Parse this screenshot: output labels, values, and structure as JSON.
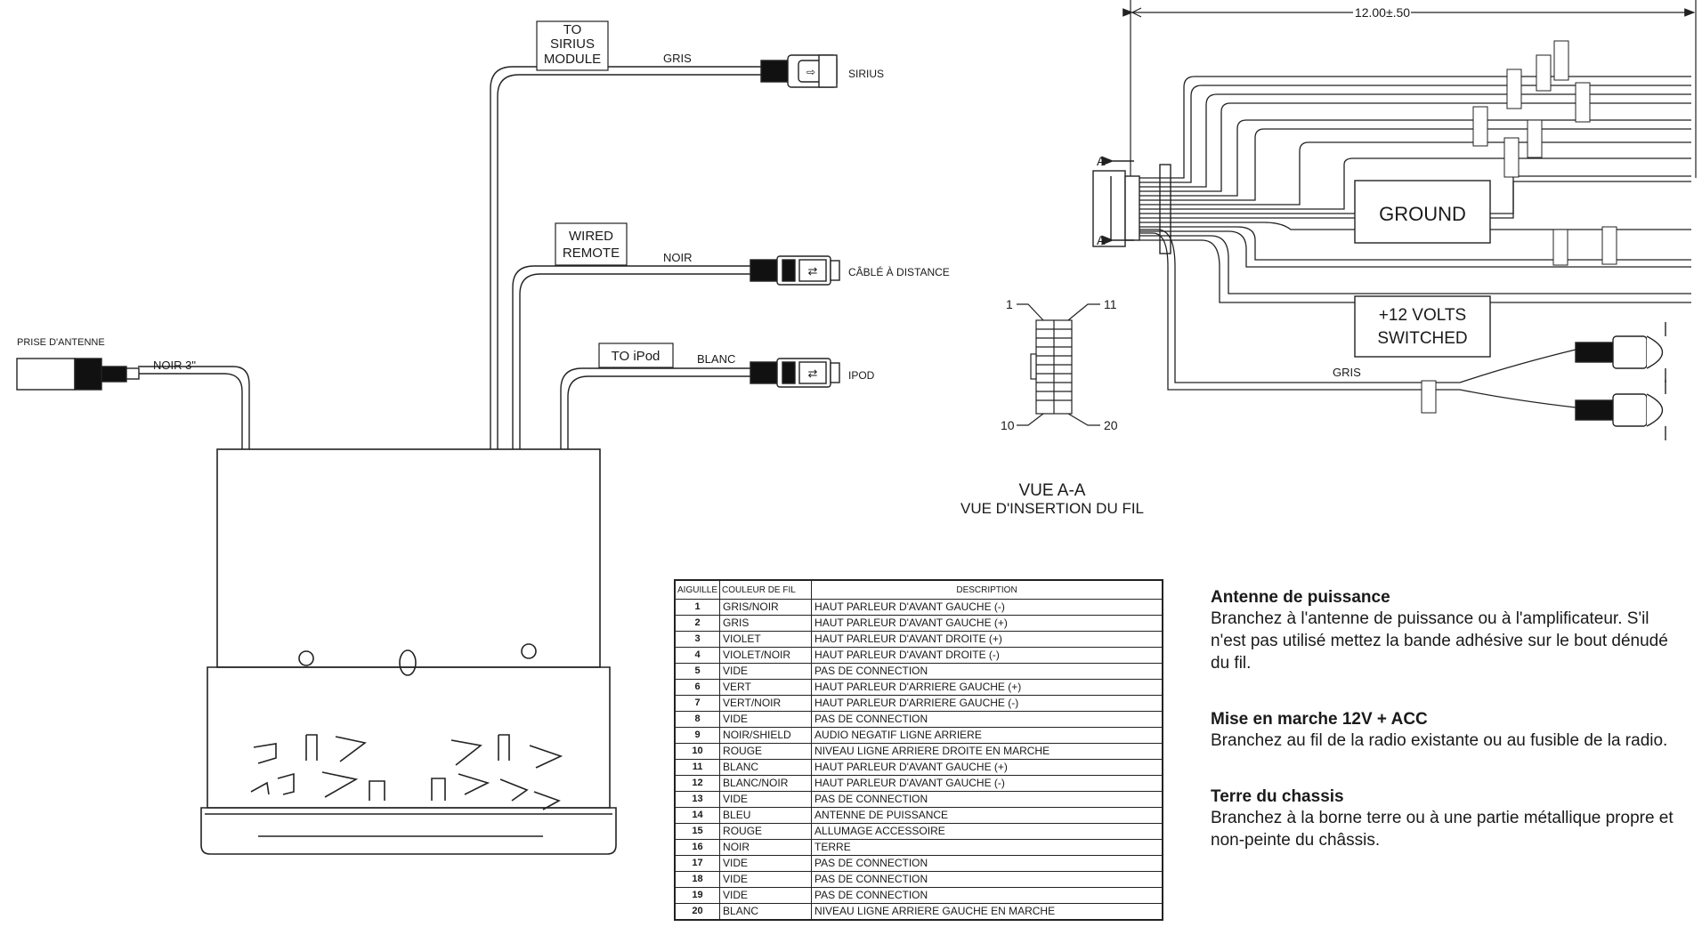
{
  "labels": {
    "sirius_box": [
      "TO",
      "SIRIUS",
      "MODULE"
    ],
    "sirius_wire": "GRIS",
    "sirius_conn": "SIRIUS",
    "remote_box": [
      "WIRED",
      "REMOTE"
    ],
    "remote_wire": "NOIR",
    "remote_conn": "CÂBLÉ À DISTANCE",
    "ipod_box": "TO iPod",
    "ipod_wire": "BLANC",
    "ipod_conn": "IPOD",
    "antenna_title": "PRISE D'ANTENNE",
    "antenna_wire": "NOIR 3\"",
    "dimension": "12.00±.50",
    "ground": "GROUND",
    "volts": [
      "+12 VOLTS",
      "SWITCHED"
    ],
    "gris": "GRIS",
    "section_a": "A",
    "pin_1": "1",
    "pin_11": "11",
    "pin_10": "10",
    "pin_20": "20",
    "view_title": "VUE A-A",
    "view_subtitle": "VUE D'INSERTION DU FIL"
  },
  "table": {
    "headers": [
      "AIGUILLE",
      "COULEUR DE FIL",
      "DESCRIPTION"
    ],
    "rows": [
      [
        "1",
        "GRIS/NOIR",
        "HAUT PARLEUR D'AVANT GAUCHE (-)"
      ],
      [
        "2",
        "GRIS",
        "HAUT PARLEUR D'AVANT GAUCHE (+)"
      ],
      [
        "3",
        "VIOLET",
        "HAUT PARLEUR D'AVANT DROITE (+)"
      ],
      [
        "4",
        "VIOLET/NOIR",
        "HAUT PARLEUR D'AVANT DROITE (-)"
      ],
      [
        "5",
        "VIDE",
        "PAS DE CONNECTION"
      ],
      [
        "6",
        "VERT",
        "HAUT PARLEUR D'ARRIERE GAUCHE (+)"
      ],
      [
        "7",
        "VERT/NOIR",
        "HAUT PARLEUR D'ARRIERE GAUCHE (-)"
      ],
      [
        "8",
        "VIDE",
        "PAS DE CONNECTION"
      ],
      [
        "9",
        "NOIR/SHIELD",
        "AUDIO NEGATIF LIGNE  ARRIERE"
      ],
      [
        "10",
        "ROUGE",
        "NIVEAU LIGNE ARRIERE DROITE EN MARCHE"
      ],
      [
        "11",
        "BLANC",
        "HAUT PARLEUR D'AVANT GAUCHE (+)"
      ],
      [
        "12",
        "BLANC/NOIR",
        "HAUT PARLEUR D'AVANT GAUCHE (-)"
      ],
      [
        "13",
        "VIDE",
        "PAS DE CONNECTION"
      ],
      [
        "14",
        "BLEU",
        "ANTENNE DE PUISSANCE"
      ],
      [
        "15",
        "ROUGE",
        "ALLUMAGE ACCESSOIRE"
      ],
      [
        "16",
        "NOIR",
        "TERRE"
      ],
      [
        "17",
        "VIDE",
        "PAS DE CONNECTION"
      ],
      [
        "18",
        "VIDE",
        "PAS DE CONNECTION"
      ],
      [
        "19",
        "VIDE",
        "PAS DE CONNECTION"
      ],
      [
        "20",
        "BLANC",
        "NIVEAU LIGNE ARRIERE  GAUCHE EN MARCHE"
      ]
    ]
  },
  "notes": [
    {
      "title": "Antenne de puissance",
      "body": "Branchez à l'antenne de puissance ou à l'amplificateur. S'il n'est pas utilisé mettez la bande adhésive sur le bout dénudé du fil."
    },
    {
      "title": "Mise en marche 12V + ACC",
      "body": "Branchez au fil de la  radio existante ou au fusible de la radio."
    },
    {
      "title": "Terre du chassis",
      "body": "Branchez à la borne terre ou à une partie métallique propre et non-peinte du châssis."
    }
  ]
}
